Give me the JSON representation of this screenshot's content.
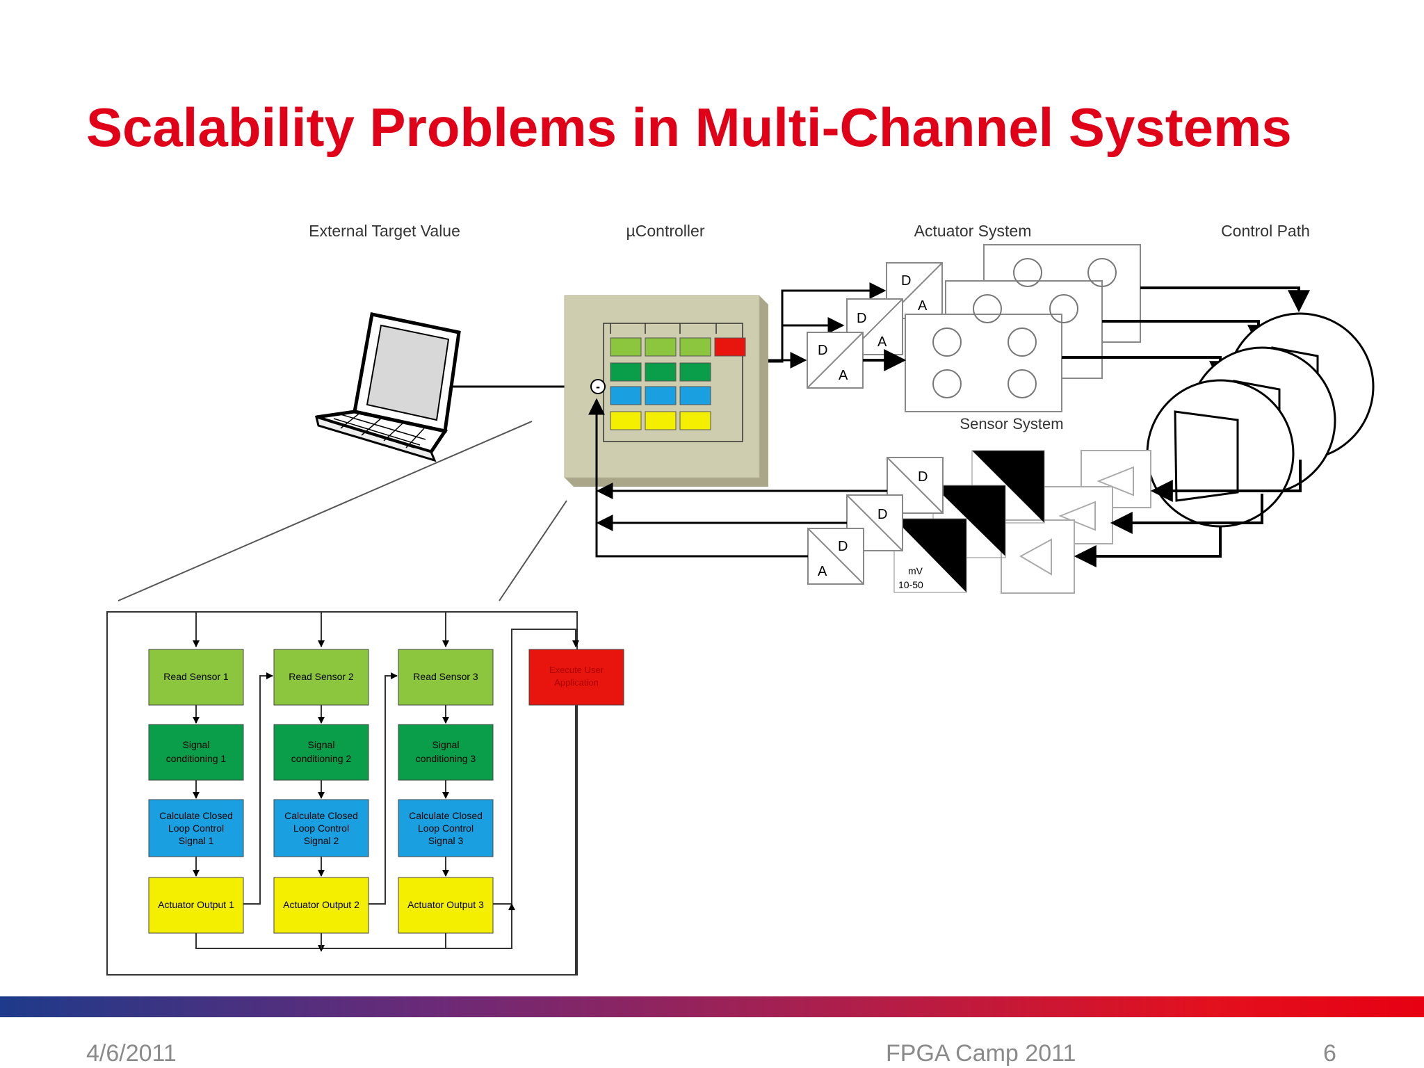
{
  "slide": {
    "title": "Scalability Problems in Multi-Channel Systems"
  },
  "diagram": {
    "top_labels": {
      "external_target": "External Target Value",
      "controller": "µController",
      "actuator_system": "Actuator System",
      "control_path": "Control Path"
    },
    "sensor_system_label": "Sensor System",
    "converter": {
      "d": "D",
      "a": "A"
    },
    "amp_label_line1": "mV",
    "amp_label_line2": "10-50",
    "minus_sign": "-",
    "flowchart": {
      "columns": [
        {
          "read": "Read Sensor 1",
          "cond": [
            "Signal",
            "conditioning 1"
          ],
          "calc": [
            "Calculate Closed",
            "Loop Control",
            "Signal 1"
          ],
          "out": "Actuator Output 1"
        },
        {
          "read": "Read Sensor 2",
          "cond": [
            "Signal",
            "conditioning 2"
          ],
          "calc": [
            "Calculate Closed",
            "Loop Control",
            "Signal 2"
          ],
          "out": "Actuator Output 2"
        },
        {
          "read": "Read Sensor 3",
          "cond": [
            "Signal",
            "conditioning 3"
          ],
          "calc": [
            "Calculate Closed",
            "Loop Control",
            "Signal 3"
          ],
          "out": "Actuator Output 3"
        }
      ],
      "user_app": [
        "Execute User",
        "Application"
      ]
    },
    "colors": {
      "light_green": "#8cc63f",
      "green": "#0a9e4a",
      "blue": "#1aa0e0",
      "yellow": "#f4ee00",
      "red": "#e8150f",
      "controller_box": "#cfcdb0"
    }
  },
  "footer": {
    "date": "4/6/2011",
    "event": "FPGA Camp 2011",
    "page": "6"
  }
}
